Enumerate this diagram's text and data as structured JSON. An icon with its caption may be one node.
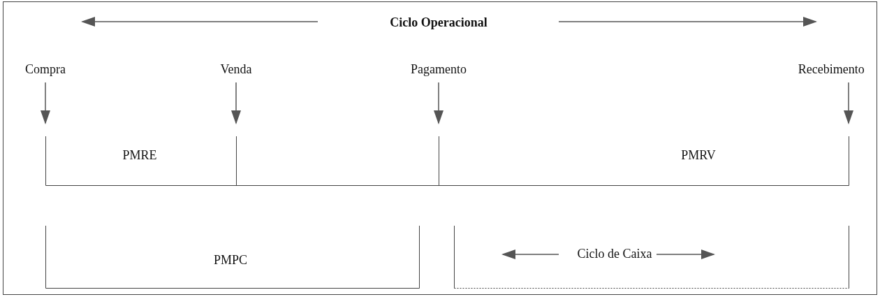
{
  "diagram": {
    "nodes": [
      {
        "text": [
          "Compra"
        ]
      },
      {
        "text": [
          "Venda"
        ]
      },
      {
        "text": [
          "Pagamento"
        ]
      },
      {
        "text": [
          "Recebimento"
        ]
      }
    ],
    "edges": [
      {
        "from": 0,
        "to": null,
        "arrow": "to"
      },
      {
        "from": 1,
        "to": null,
        "arrow": "to"
      },
      {
        "from": 2,
        "to": null,
        "arrow": "to"
      },
      {
        "from": 3,
        "to": null,
        "arrow": "to"
      }
    ],
    "labels": [
      "Ciclo Operacional",
      "PMRE",
      "PMRV",
      "Ciclo de Caixa",
      "PMPC"
    ]
  }
}
